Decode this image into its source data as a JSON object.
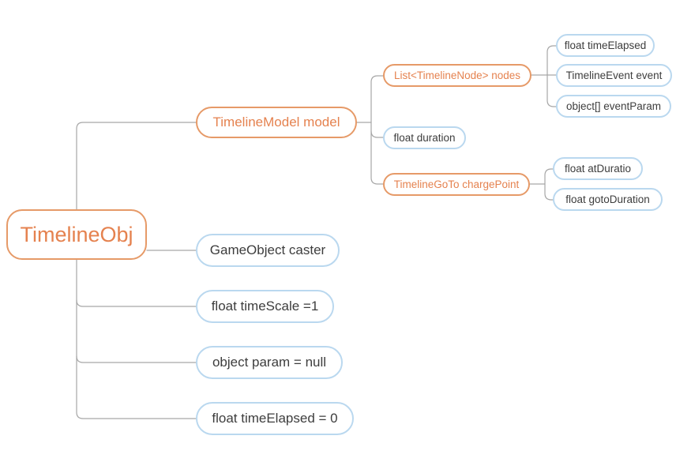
{
  "diagram": {
    "type": "mindmap",
    "colors": {
      "topic_orange_border": "#e69a68",
      "topic_orange_text": "#e5824f",
      "topic_blue_border": "#bad8ef",
      "topic_text_dark": "#3d3d3d",
      "connector_line": "#a6a6a6",
      "background": "#ffffff"
    },
    "tree": {
      "label": "TimelineObj",
      "children": [
        {
          "label": "TimelineModel model",
          "children": [
            {
              "label": "List<TimelineNode> nodes",
              "children": [
                {
                  "label": "float timeElapsed"
                },
                {
                  "label": "TimelineEvent event"
                },
                {
                  "label": "object[] eventParam"
                }
              ]
            },
            {
              "label": "float duration"
            },
            {
              "label": "TimelineGoTo chargePoint",
              "children": [
                {
                  "label": "float atDuratio"
                },
                {
                  "label": "float gotoDuration"
                }
              ]
            }
          ]
        },
        {
          "label": "GameObject caster"
        },
        {
          "label": "float timeScale =1"
        },
        {
          "label": "object param = null"
        },
        {
          "label": "float timeElapsed = 0"
        }
      ]
    }
  }
}
